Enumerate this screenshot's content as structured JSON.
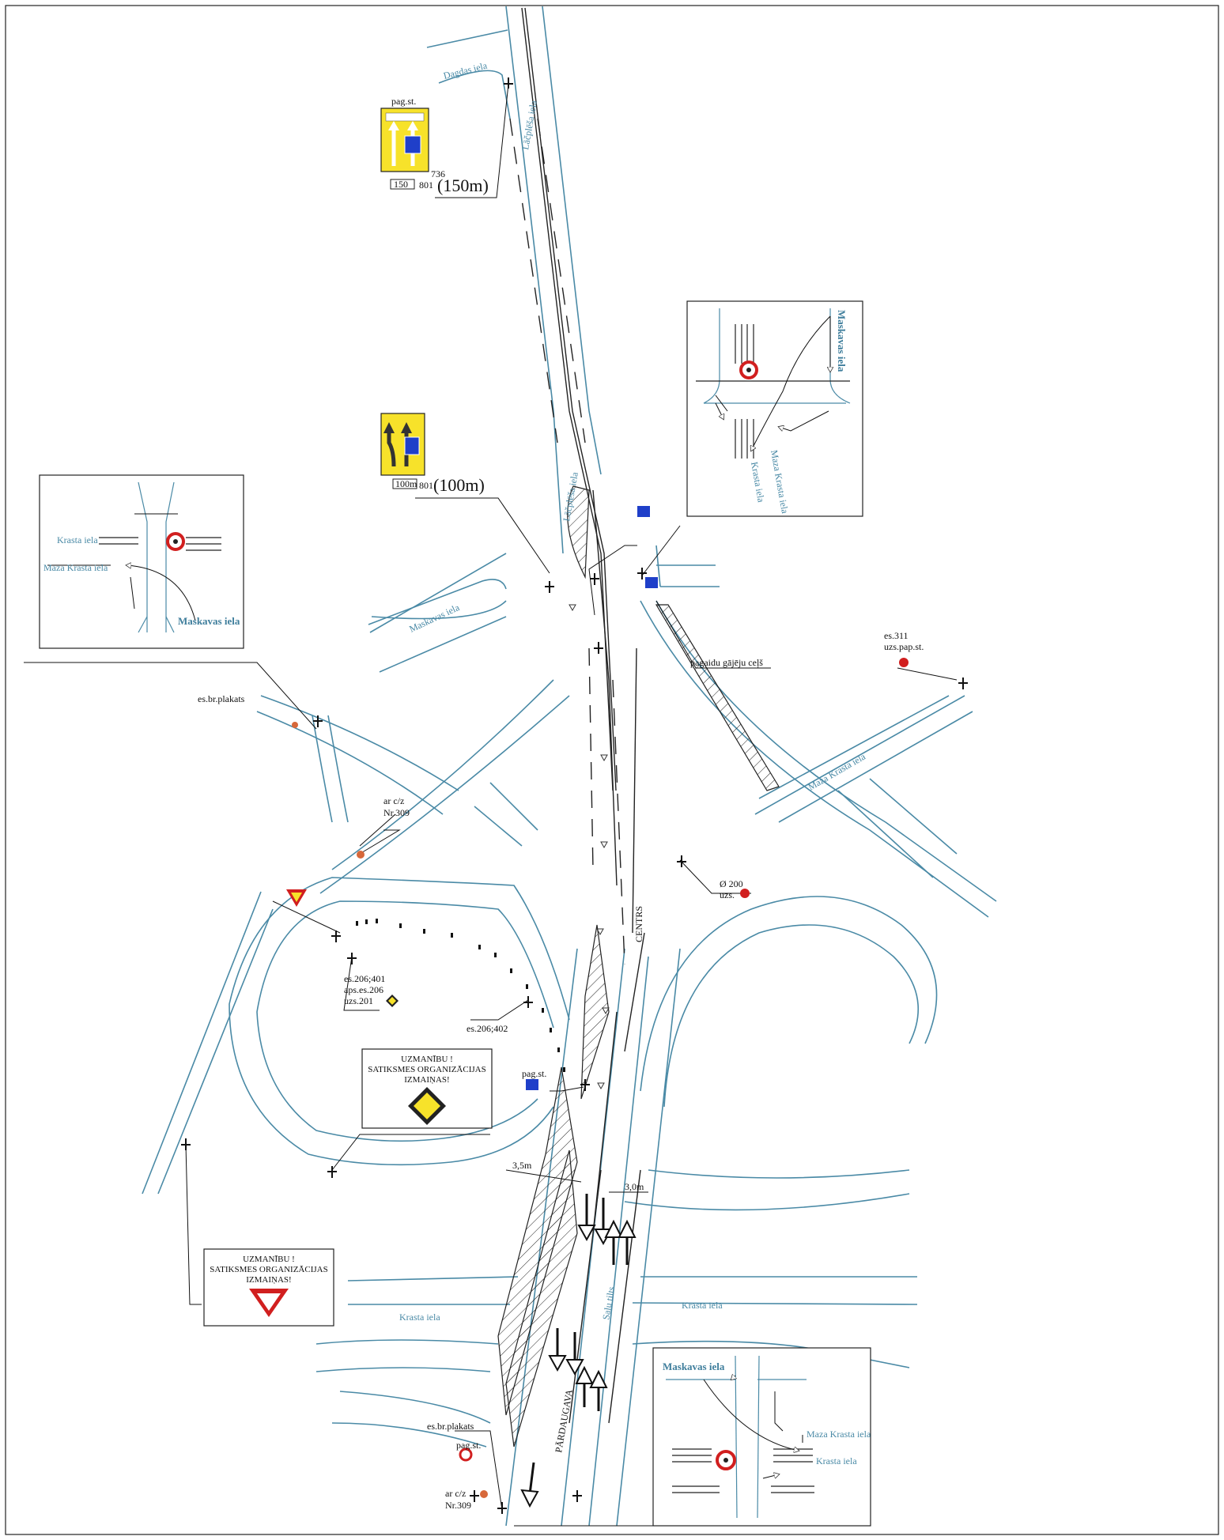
{
  "labels": {
    "dagdas": "Dagdas iela",
    "lacplesa_top": "Lāčplēša iela",
    "lacplesa_mid": "Lāčplēša iela",
    "maskavas": "Maskavas iela",
    "maza_krasta_main": "Maza Krasta iela",
    "krasta_left": "Krasta iela",
    "krasta_right": "Krasta iela",
    "salu_tilts": "Salu tilts",
    "centrs": "CENTRS",
    "pardaugava": "PĀRDAUGAVA"
  },
  "notes": {
    "pagst_top": "pag.st.",
    "dist_150_plate": "150",
    "dist_150": "(150m)",
    "code_736": "736",
    "code_801a": "801",
    "dist_100_plate": "100m",
    "dist_100": "(100m)",
    "code_801b": "801",
    "es_br_plakats_left": "es.br.plakats",
    "ar_cz_left_1": "ar c/z",
    "ar_cz_left_2": "Nr.309",
    "pagaidu": "pagaidu gājēju ceļš",
    "es311": "es.311",
    "uzs_pap_st": "uzs.pap.st.",
    "o200": "Ø 200",
    "uzs": "uzs.",
    "es206_401": "es.206;401",
    "aps_es206": "aps.es.206",
    "uzs201": "uzs.201",
    "es206_402": "es.206;402",
    "pagst_mid": "pag.st.",
    "dim_35": "3,5m",
    "dim_30": "3,0m",
    "es_br_plakats_bottom": "es.br.plakats",
    "pagst_bottom": "pag.st.",
    "ar_cz_bottom_1": "ar c/z",
    "ar_cz_bottom_2": "Nr.309"
  },
  "warning_box_1": {
    "line1": "UZMANĪBU !",
    "line2": "SATIKSMES ORGANIZĀCIJAS",
    "line3": "IZMAIŅAS!"
  },
  "warning_box_2": {
    "line1": "UZMANĪBU !",
    "line2": "SATIKSMES ORGANIZĀCIJAS",
    "line3": "IZMAIŅAS!"
  },
  "inset_left": {
    "krasta": "Krasta iela",
    "maza_krasta": "Maza Krasta iela",
    "maskavas": "Maskavas iela"
  },
  "inset_top_right": {
    "maskavas": "Maskavas iela",
    "krasta": "Krasta iela",
    "maza_krasta": "Maza Krasta iela"
  },
  "inset_bottom_right": {
    "maskavas": "Maskavas iela",
    "maza_krasta": "Maza Krasta iela",
    "krasta": "Krasta iela"
  },
  "colors": {
    "road": "#4a8aa6",
    "sign_yellow": "#f7e22a",
    "sign_blue": "#1f3fc9",
    "sign_red": "#d11f1f"
  }
}
